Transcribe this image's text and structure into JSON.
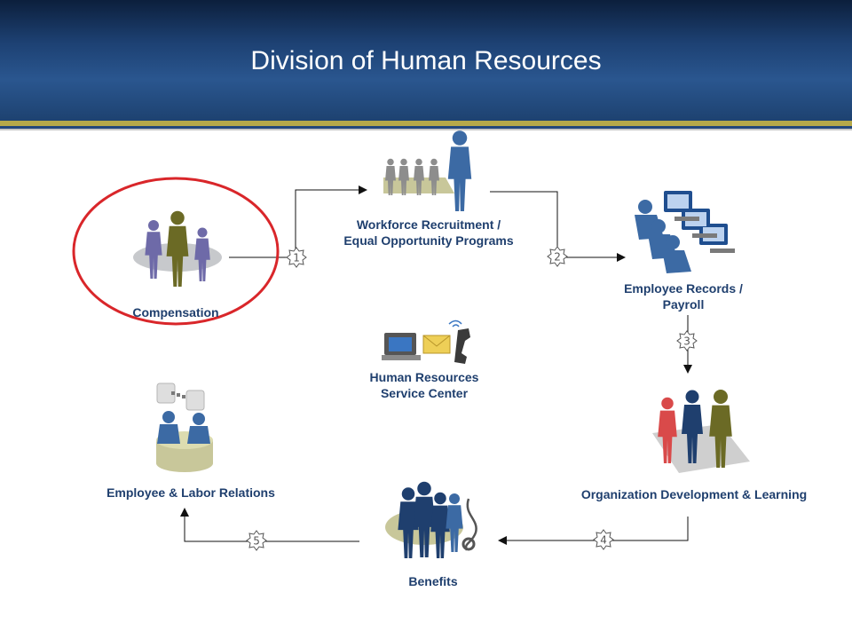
{
  "title": "Division of Human Resources",
  "nodes": {
    "compensation": {
      "label": "Compensation"
    },
    "recruitment": {
      "line1": "Workforce Recruitment /",
      "line2": "Equal Opportunity Programs"
    },
    "records": {
      "line1": "Employee Records /",
      "line2": "Payroll"
    },
    "service_center": {
      "line1": "Human Resources",
      "line2": "Service Center"
    },
    "org_dev": {
      "label": "Organization Development & Learning"
    },
    "benefits": {
      "label": "Benefits"
    },
    "labor_relations": {
      "label": "Employee & Labor Relations"
    }
  },
  "steps": [
    "1",
    "2",
    "3",
    "4",
    "5"
  ],
  "colors": {
    "header": "#1d4173",
    "accent_gold": "#b6a94a",
    "label_text": "#1f3f6e",
    "highlight_circle": "#d9262a",
    "figure_blue": "#3c6aa4",
    "figure_olive": "#6b6a25",
    "figure_purple": "#6e6aa8",
    "figure_red": "#d94a4a"
  }
}
